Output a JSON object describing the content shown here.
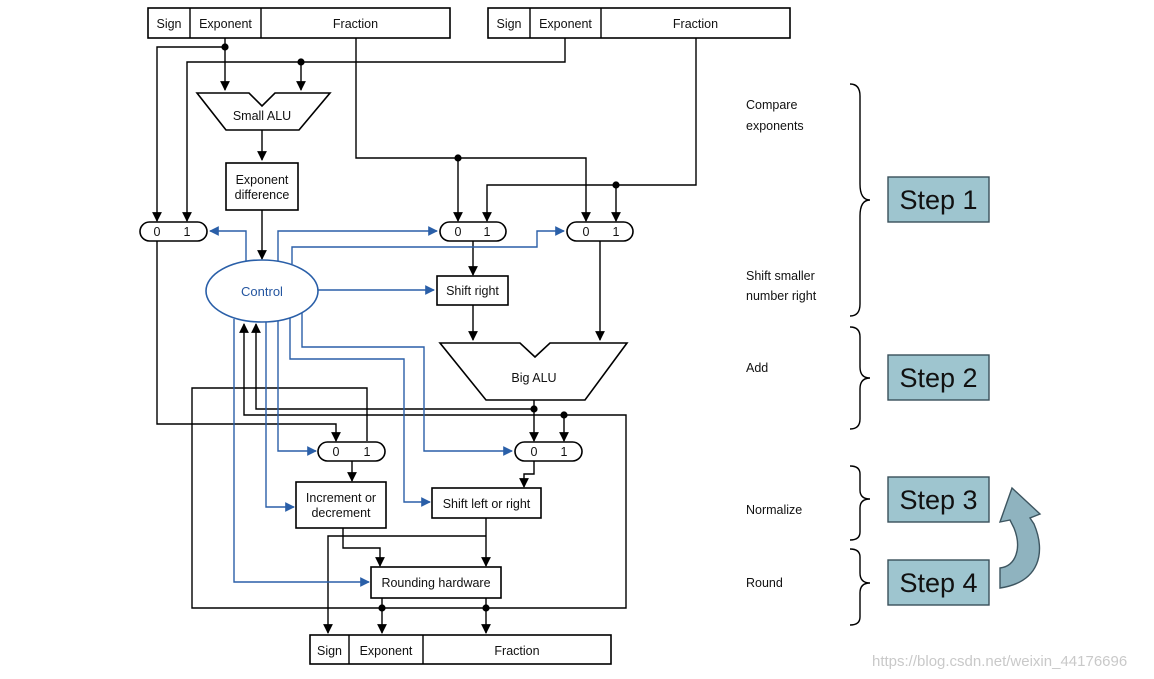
{
  "input_a": {
    "sign": "Sign",
    "exponent": "Exponent",
    "fraction": "Fraction"
  },
  "input_b": {
    "sign": "Sign",
    "exponent": "Exponent",
    "fraction": "Fraction"
  },
  "output": {
    "sign": "Sign",
    "exponent": "Exponent",
    "fraction": "Fraction"
  },
  "blocks": {
    "small_alu": "Small ALU",
    "exponent_difference": [
      "Exponent",
      "difference"
    ],
    "control": "Control",
    "shift_right": "Shift right",
    "big_alu": "Big ALU",
    "increment_or_decrement": [
      "Increment or",
      "decrement"
    ],
    "shift_left_or_right": "Shift left or right",
    "rounding_hardware": "Rounding hardware"
  },
  "mux_labels": {
    "zero": "0",
    "one": "1"
  },
  "phases": {
    "compare": [
      "Compare",
      "exponents"
    ],
    "shift": [
      "Shift smaller",
      "number right"
    ],
    "add": "Add",
    "normalize": "Normalize",
    "round": "Round"
  },
  "steps": [
    "Step 1",
    "Step 2",
    "Step 3",
    "Step 4"
  ],
  "colors": {
    "control": "#2a5fa8",
    "step_fill": "#9ec5cf",
    "wire": "#000000"
  },
  "watermark": "https://blog.csdn.net/weixin_44176696"
}
